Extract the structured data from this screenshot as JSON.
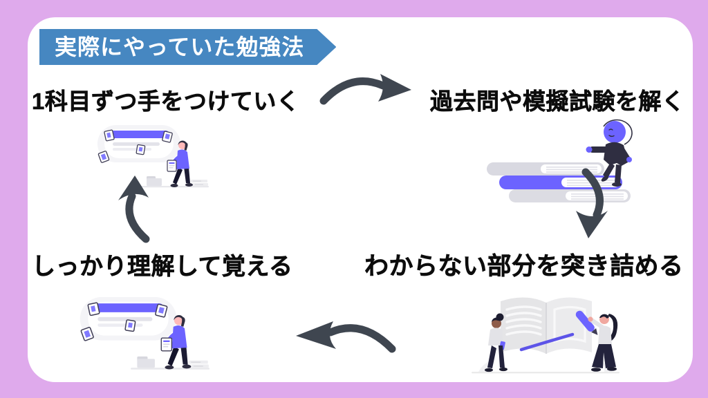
{
  "frame": {
    "border_color": "#dfaaec",
    "panel_color": "#ffffff"
  },
  "title": {
    "label": "実際にやっていた勉強法",
    "bg_color": "#4687c1",
    "text_color": "#ffffff"
  },
  "steps": [
    {
      "id": 1,
      "label": "1科目ずつ手をつけていく",
      "position": "top-left",
      "illustration": "person-sorting-task-cards"
    },
    {
      "id": 2,
      "label": "過去問や模擬試験を解く",
      "position": "top-right",
      "illustration": "person-standing-on-book-stack"
    },
    {
      "id": 3,
      "label": "わからない部分を突き詰める",
      "position": "bottom-right",
      "illustration": "two-people-marking-open-book"
    },
    {
      "id": 4,
      "label": "しっかり理解して覚える",
      "position": "bottom-left",
      "illustration": "person-sorting-task-cards"
    }
  ],
  "arrows": {
    "color": "#3f4650",
    "sequence": [
      "step1-to-step2-right",
      "step2-to-step3-down",
      "step3-to-step4-left",
      "step4-to-step1-up"
    ]
  },
  "palette": {
    "accent_purple": "#6c63ff",
    "dark_ink": "#2f2e41",
    "text_color": "#0d0d0d",
    "book_gray": "#d9d9e1"
  }
}
